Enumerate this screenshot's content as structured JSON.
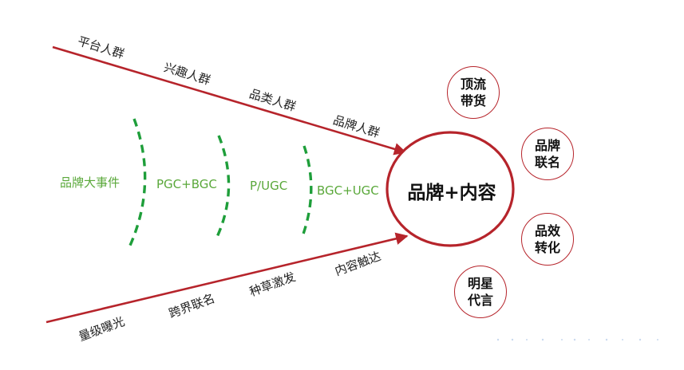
{
  "diagram": {
    "top_line_labels": [
      "平台人群",
      "兴趣人群",
      "品类人群",
      "品牌人群"
    ],
    "bottom_line_labels": [
      "量级曝光",
      "跨界联名",
      "种草激发",
      "内容触达"
    ],
    "stages": [
      "品牌大事件",
      "PGC+BGC",
      "P/UGC",
      "BGC+UGC"
    ],
    "center": "品牌+内容",
    "satellites": [
      {
        "line1": "顶流",
        "line2": "带货"
      },
      {
        "line1": "品牌",
        "line2": "联名"
      },
      {
        "line1": "品效",
        "line2": "转化"
      },
      {
        "line1": "明星",
        "line2": "代言"
      }
    ],
    "colors": {
      "red": "#b6242b",
      "green": "#1e9e3a",
      "green_text": "#5aa83a"
    }
  }
}
